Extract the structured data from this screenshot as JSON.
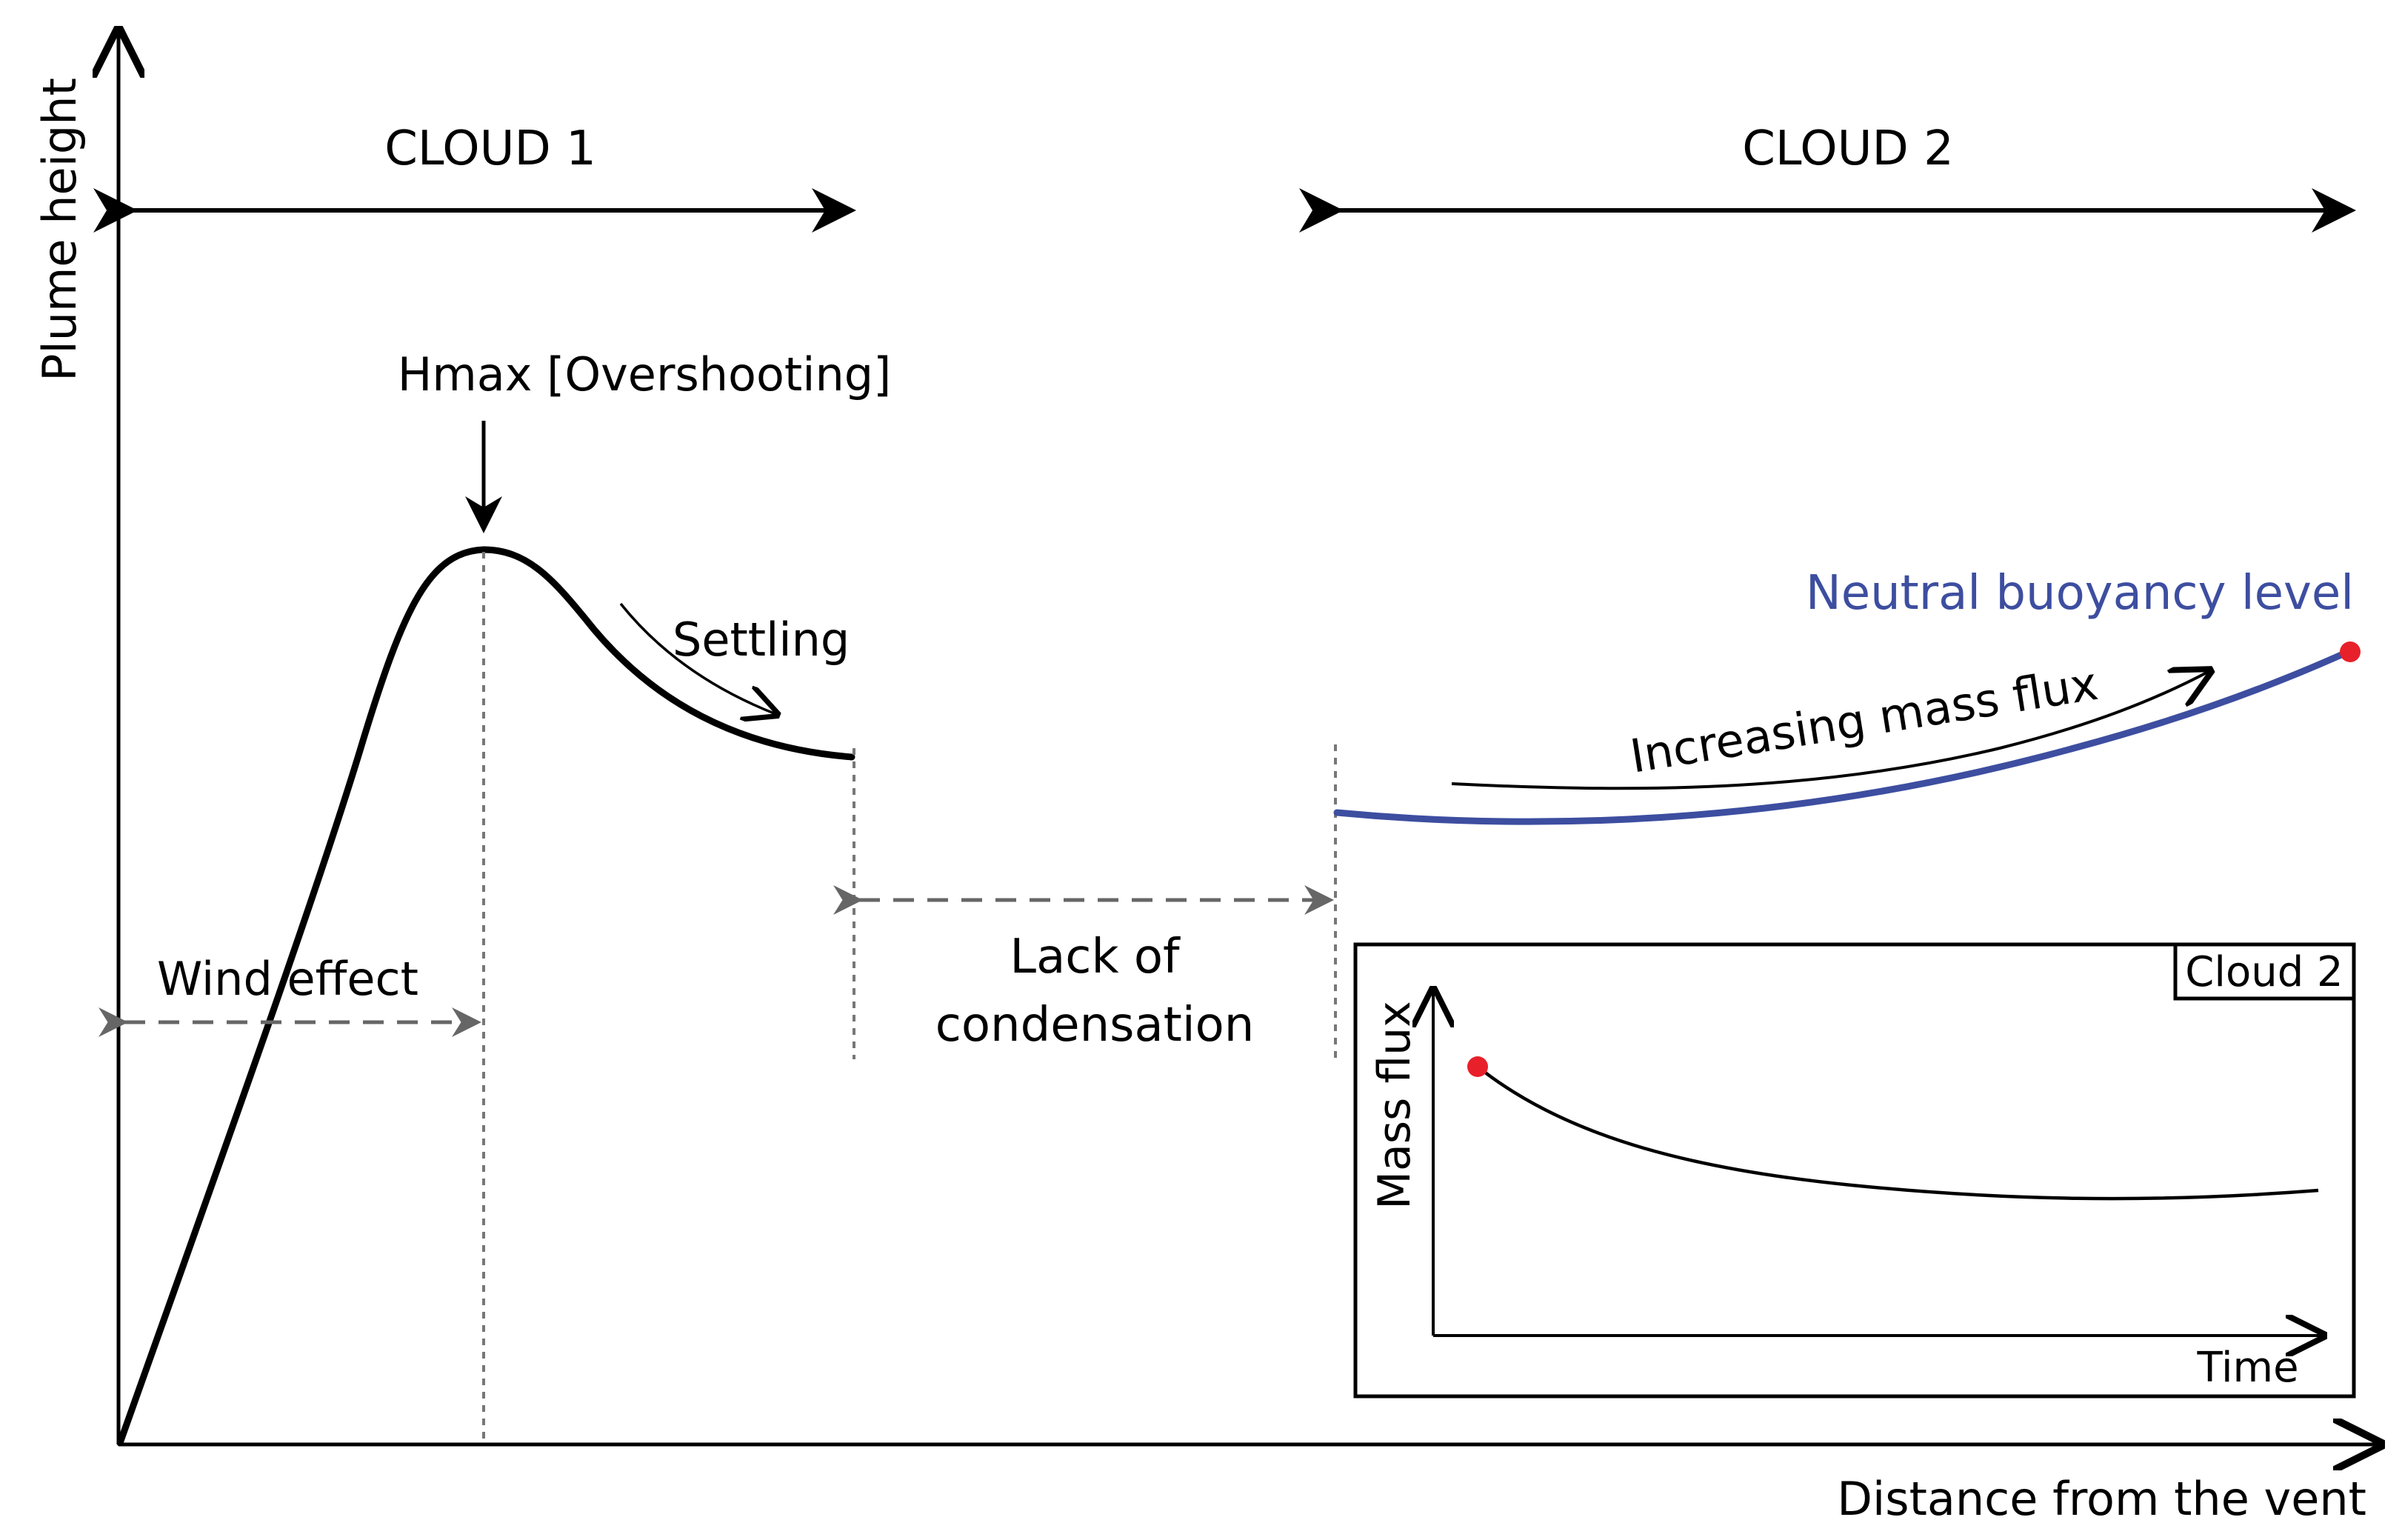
{
  "axes": {
    "y_label": "Plume height",
    "x_label": "Distance from the vent"
  },
  "regions": {
    "cloud1": "CLOUD 1",
    "cloud2": "CLOUD 2"
  },
  "annotations": {
    "hmax": "Hmax [Overshooting]",
    "settling": "Settling",
    "wind_effect": "Wind effect",
    "lack_line1": "Lack of",
    "lack_line2": "condensation",
    "neutral_buoyancy": "Neutral buoyancy level",
    "increasing_mass_flux": "Increasing mass flux"
  },
  "inset": {
    "title": "Cloud 2",
    "y_label": "Mass flux",
    "x_label": "Time"
  },
  "colors": {
    "curve": "#000000",
    "neutral_line": "#3d4ea0",
    "marker": "#e8202a",
    "dashed": "#666666"
  }
}
